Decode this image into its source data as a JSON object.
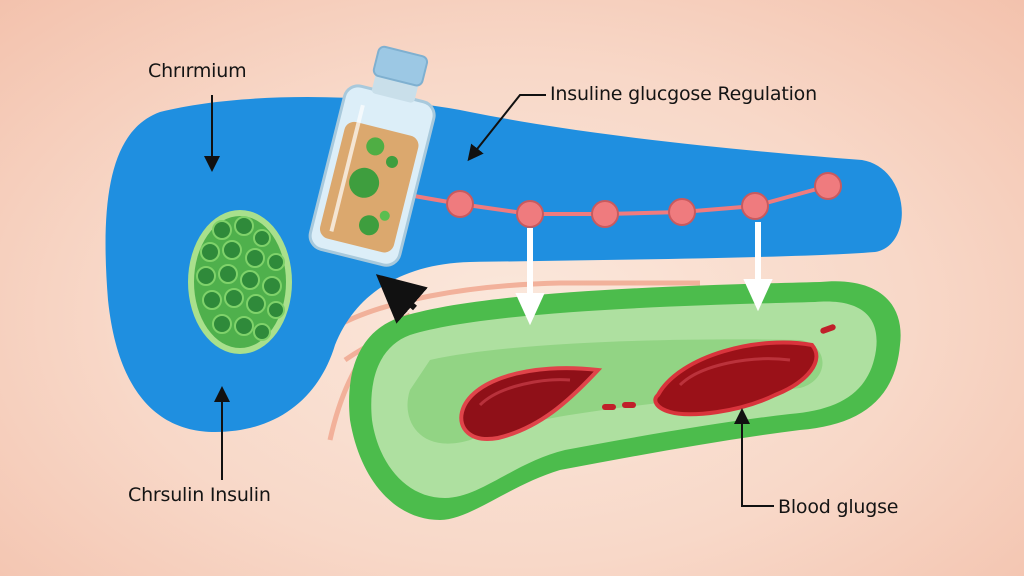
{
  "labels": {
    "chromium": "Chrırmium",
    "regulation": "Insuline glucgose Regulation",
    "insulin": "Chrsulin Insulin",
    "blood_glucose": "Blood glugse"
  },
  "colors": {
    "background": "#f8d8c8",
    "pancreas": "#1f8fe0",
    "stomach_outer": "#4cbc4c",
    "stomach_inner": "#aee0a0",
    "blood_cell": "#a8161d",
    "chain_node": "#ef7b7e",
    "vial_liquid": "#dba86e",
    "vial_cap": "#9cc8e4"
  },
  "icons": [
    "vial-icon",
    "islet-cells-icon",
    "molecule-chain-icon",
    "blood-clot-icon"
  ]
}
